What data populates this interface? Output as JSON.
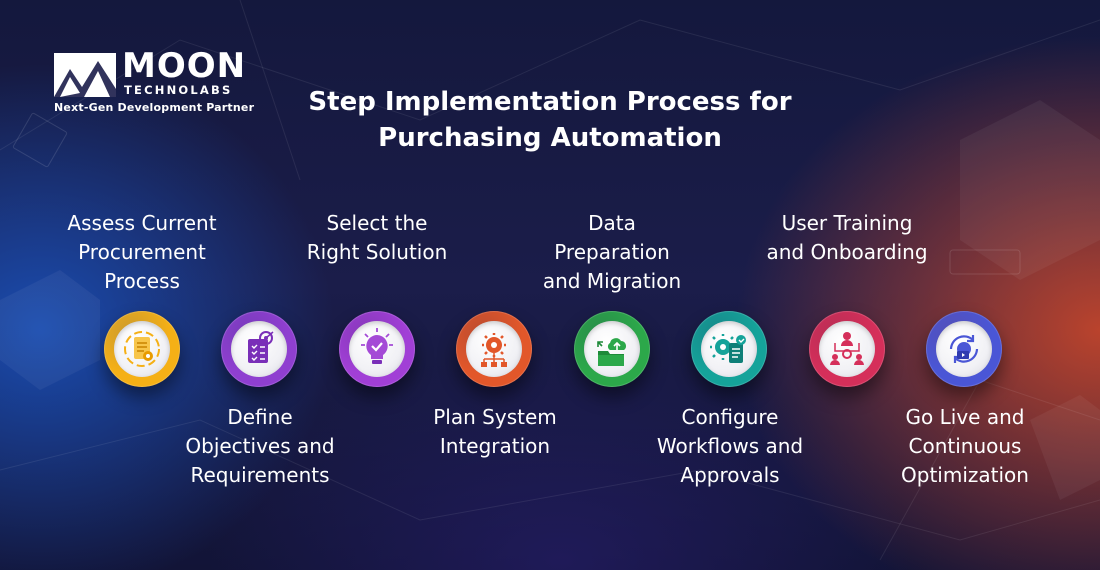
{
  "brand": {
    "name": "MOON",
    "sub": "TECHNOLABS",
    "tagline": "Next-Gen Development Partner"
  },
  "title": {
    "line1": "Step Implementation Process for",
    "line2": "Purchasing Automation"
  },
  "steps": [
    {
      "lines": [
        "Assess Current",
        "Procurement",
        "Process"
      ],
      "icon": "document-gear-icon",
      "color": "#f5b016"
    },
    {
      "lines": [
        "Define",
        "Objectives and",
        "Requirements"
      ],
      "icon": "target-checklist-icon",
      "color": "#8f3fd0"
    },
    {
      "lines": [
        "Select the",
        "Right Solution"
      ],
      "icon": "lightbulb-check-icon",
      "color": "#a13fd6"
    },
    {
      "lines": [
        "Plan System",
        "Integration"
      ],
      "icon": "network-gear-icon",
      "color": "#e2572a"
    },
    {
      "lines": [
        "Data",
        "Preparation",
        "and Migration"
      ],
      "icon": "cloud-folder-icon",
      "color": "#2ca84a"
    },
    {
      "lines": [
        "Configure",
        "Workflows and",
        "Approvals"
      ],
      "icon": "gear-document-icon",
      "color": "#15a39a"
    },
    {
      "lines": [
        "User Training",
        "and Onboarding"
      ],
      "icon": "team-training-icon",
      "color": "#d52f5a"
    },
    {
      "lines": [
        "Go Live and",
        "Continuous",
        "Optimization"
      ],
      "icon": "continuous-play-icon",
      "color": "#4a56d6"
    }
  ]
}
